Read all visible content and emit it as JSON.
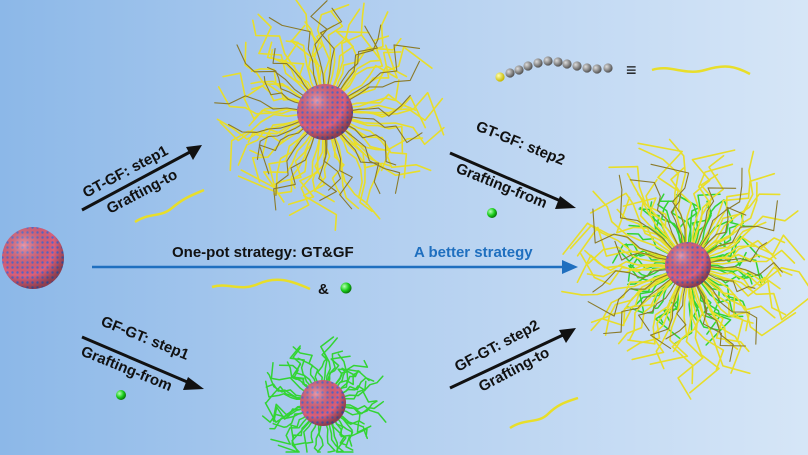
{
  "labels": {
    "gtgf_step1": "GT-GF: step1",
    "grafting_to_1": "Grafting-to",
    "gtgf_step2": "GT-GF: step2",
    "grafting_from_1": "Grafting-from",
    "onepot": "One-pot strategy: GT&GF",
    "better": "A better strategy",
    "amp": "&",
    "gfgt_step1": "GF-GT: step1",
    "grafting_from_2": "Grafting-from",
    "gfgt_step2": "GF-GT: step2",
    "grafting_to_2": "Grafting-to",
    "equiv": "≡"
  },
  "colors": {
    "core_pink": "#d9607a",
    "core_blue": "#5566cc",
    "chain_yellow": "#e8de2a",
    "chain_green": "#33d433",
    "monomer_green": "#1ccf1c",
    "arrow_blue": "#1f6fbf",
    "better_text": "#1f6fbf"
  }
}
